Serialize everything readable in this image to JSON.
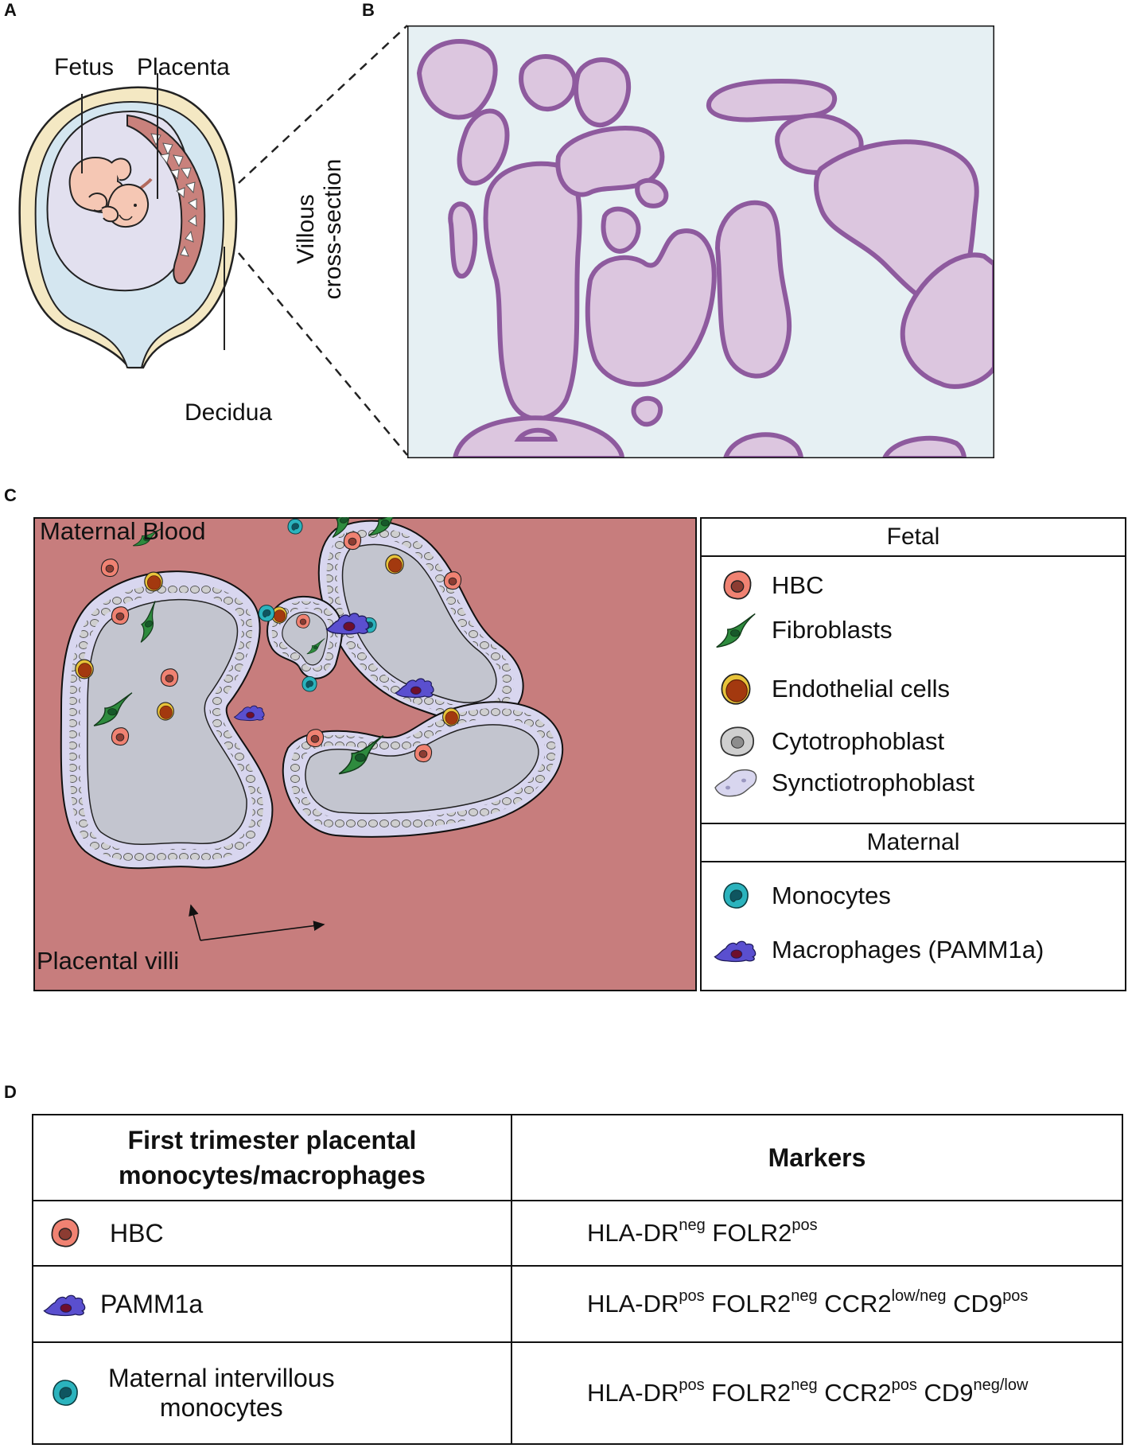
{
  "panel_letters": {
    "a": "A",
    "b": "B",
    "c": "C",
    "d": "D"
  },
  "panel_a": {
    "labels": {
      "fetus": "Fetus",
      "placenta": "Placenta",
      "decidua": "Decidua"
    },
    "colors": {
      "uterus_wall": "#f4e8c3",
      "membrane": "#d4e6f0",
      "amniotic_cavity": "#e2e0ef",
      "fetus": "#f5c7b4",
      "placenta": "#c9817c"
    }
  },
  "panel_b": {
    "side_label_line1": "Villous",
    "side_label_line2": "cross-section",
    "colors": {
      "background": "#e6f0f3",
      "tissue": "#d9c0dc",
      "edge": "#9b6aa8",
      "nuclei": "#6d4586"
    }
  },
  "panel_c": {
    "maternal_blood_label": "Maternal Blood",
    "placental_villi_label": "Placental villi",
    "colors": {
      "maternal_blood": "#c77d7d",
      "villus_core": "#c3c5cf",
      "syncytio": "#d8d6ef",
      "fibroblast": "#2e8b3e",
      "hbc": "#f08272",
      "endothelial": "#a3390f",
      "monocyte": "#2bb3bd",
      "macrophage": "#5a4fcf"
    },
    "legend": {
      "fetal_header": "Fetal",
      "fetal_items": [
        {
          "label": "HBC",
          "icon": "hbc-icon"
        },
        {
          "label": "Fibroblasts",
          "icon": "fibroblast-icon"
        },
        {
          "label": "Endothelial cells",
          "icon": "endothelial-icon"
        },
        {
          "label": "Cytotrophoblast",
          "icon": "cytotrophoblast-icon"
        },
        {
          "label": "Synctiotrophoblast",
          "icon": "syncytiotrophoblast-icon"
        }
      ],
      "maternal_header": "Maternal",
      "maternal_items": [
        {
          "label": "Monocytes",
          "icon": "monocyte-icon"
        },
        {
          "label": "Macrophages (PAMM1a)",
          "icon": "macrophage-icon"
        }
      ]
    }
  },
  "panel_d": {
    "header_col1_line1": "First trimester placental",
    "header_col1_line2": "monocytes/macrophages",
    "header_col2": "Markers",
    "rows": [
      {
        "name": "HBC",
        "icon": "hbc-icon",
        "markers": [
          {
            "base": "HLA-DR",
            "sup": "neg"
          },
          {
            "base": "FOLR2",
            "sup": "pos"
          }
        ]
      },
      {
        "name": "PAMM1a",
        "icon": "macrophage-icon",
        "markers": [
          {
            "base": "HLA-DR",
            "sup": "pos"
          },
          {
            "base": "FOLR2",
            "sup": "neg"
          },
          {
            "base": "CCR2",
            "sup": "low/neg"
          },
          {
            "base": "CD9",
            "sup": "pos"
          }
        ]
      },
      {
        "name_line1": "Maternal intervillous",
        "name_line2": "monocytes",
        "icon": "monocyte-icon",
        "markers": [
          {
            "base": "HLA-DR",
            "sup": "pos"
          },
          {
            "base": "FOLR2",
            "sup": "neg"
          },
          {
            "base": "CCR2",
            "sup": "pos"
          },
          {
            "base": "CD9",
            "sup": "neg/low"
          }
        ]
      }
    ]
  }
}
